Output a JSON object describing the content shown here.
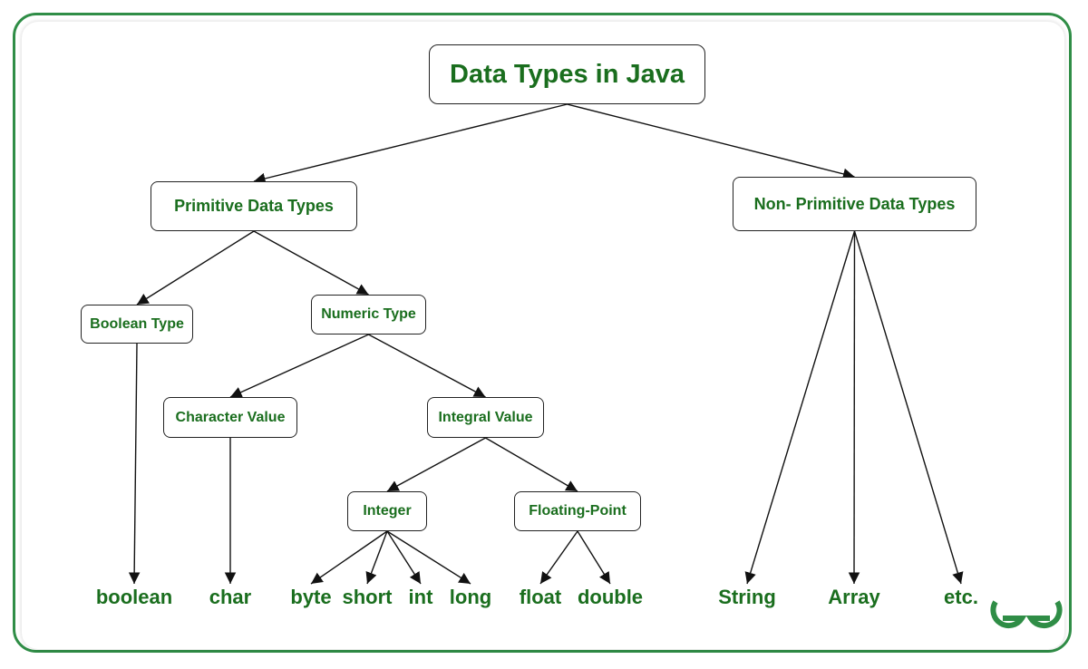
{
  "diagram": {
    "title": "Data Types in Java",
    "nodes": {
      "root": "Data Types in Java",
      "primitive": "Primitive Data Types",
      "non_primitive": "Non- Primitive Data Types",
      "boolean_type": "Boolean Type",
      "numeric_type": "Numeric Type",
      "character_value": "Character Value",
      "integral_value": "Integral Value",
      "integer": "Integer",
      "floating_point": "Floating-Point"
    },
    "leaves": {
      "boolean": "boolean",
      "char": "char",
      "byte": "byte",
      "short": "short",
      "int": "int",
      "long": "long",
      "float": "float",
      "double": "double",
      "string": "String",
      "array": "Array",
      "etc": "etc."
    },
    "edges": [
      [
        "root",
        "primitive"
      ],
      [
        "root",
        "non_primitive"
      ],
      [
        "primitive",
        "boolean_type"
      ],
      [
        "primitive",
        "numeric_type"
      ],
      [
        "numeric_type",
        "character_value"
      ],
      [
        "numeric_type",
        "integral_value"
      ],
      [
        "integral_value",
        "integer"
      ],
      [
        "integral_value",
        "floating_point"
      ],
      [
        "boolean_type",
        "boolean"
      ],
      [
        "character_value",
        "char"
      ],
      [
        "integer",
        "byte"
      ],
      [
        "integer",
        "short"
      ],
      [
        "integer",
        "int"
      ],
      [
        "integer",
        "long"
      ],
      [
        "floating_point",
        "float"
      ],
      [
        "floating_point",
        "double"
      ],
      [
        "non_primitive",
        "string"
      ],
      [
        "non_primitive",
        "array"
      ],
      [
        "non_primitive",
        "etc"
      ]
    ]
  },
  "colors": {
    "text_green": "#1a6e1e",
    "frame_green": "#2f8d46",
    "line": "#111111"
  },
  "logo": {
    "icon": "geeksforgeeks-logo-icon"
  }
}
